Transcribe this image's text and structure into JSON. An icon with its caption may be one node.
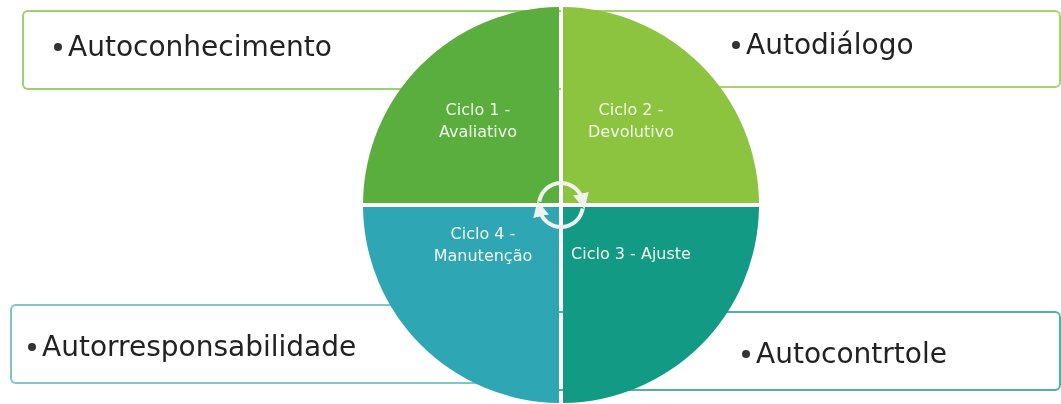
{
  "diagram": {
    "nodes": [
      {
        "text": [
          "Autoconhecimento"
        ]
      },
      {
        "text": [
          "Autodiálogo"
        ]
      },
      {
        "text": [
          "Autorresponsabilidade"
        ]
      },
      {
        "text": [
          "Autocontrtole"
        ]
      },
      {
        "text": [
          "Ciclo 1 - Avaliativo"
        ]
      },
      {
        "text": [
          "Ciclo 2 - Devolutivo"
        ]
      },
      {
        "text": [
          "Ciclo 3 - Ajuste"
        ]
      },
      {
        "text": [
          "Ciclo 4 - Manutenção"
        ]
      }
    ],
    "edges": [
      {
        "from": 4,
        "to": 5,
        "arrow": "to"
      },
      {
        "from": 6,
        "to": 7,
        "arrow": "to"
      }
    ]
  }
}
